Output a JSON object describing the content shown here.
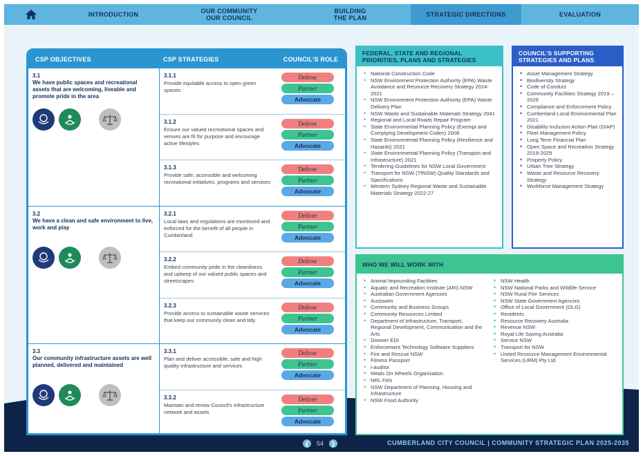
{
  "nav": {
    "items": [
      {
        "label": "INTRODUCTION"
      },
      {
        "label": "OUR COMMUNITY OUR COUNCIL"
      },
      {
        "label": "BUILDING THE PLAN"
      },
      {
        "label": "STRATEGIC DIRECTIONS"
      },
      {
        "label": "EVALUATION"
      }
    ],
    "active": "STRATEGIC DIRECTIONS"
  },
  "table": {
    "headers": {
      "objectives": "CSP OBJECTIVES",
      "strategies": "CSP STRATEGIES",
      "role": "COUNCIL'S ROLE"
    },
    "roles": {
      "deliver": "Deliver",
      "partner": "Partner",
      "advocate": "Advocate"
    },
    "objectives": [
      {
        "num": "3.1",
        "text": "We have public spaces and recreational assets that are welcoming, liveable and promote pride in the area"
      },
      {
        "num": "3.2",
        "text": "We have a clean and safe environment to live, work and play"
      },
      {
        "num": "3.3",
        "text": "Our community infrastructure assets are well planned, delivered and maintained"
      }
    ],
    "strategies": [
      {
        "num": "3.1.1",
        "text": "Provide equitable access to open green spaces"
      },
      {
        "num": "3.1.2",
        "text": "Ensure our valued recreational spaces and venues are fit for purpose and encourage active lifestyles"
      },
      {
        "num": "3.1.3",
        "text": "Provide safe, accessible and welcoming recreational initiatives, programs and services"
      },
      {
        "num": "3.2.1",
        "text": "Local laws and regulations are monitored and enforced for the benefit of all people in Cumberland"
      },
      {
        "num": "3.2.2",
        "text": "Embed community pride in the cleanliness and upkeep of our valued public spaces and streetscapes"
      },
      {
        "num": "3.2.3",
        "text": "Provide access to sustainable waste services that keep our community clean and tidy"
      },
      {
        "num": "3.3.1",
        "text": "Plan and deliver accessible, safe and high quality infrastructure and services"
      },
      {
        "num": "3.3.2",
        "text": "Maintain and renew Council's infrastructure network and assets"
      }
    ]
  },
  "federal": {
    "title": "FEDERAL, STATE AND REGIONAL PRIORITIES, PLANS AND STRATEGIES",
    "items": [
      "National Construction Code",
      "NSW Environment Protection Authority (EPA) Waste Avoidance and Resource Recovery Strategy 2014-2021",
      "NSW Environment Protection Authority (EPA) Waste Delivery Plan",
      "NSW Waste and Sustainable Materials Strategy 2041",
      "Regional and Local Roads Repair Program",
      "State Environmental Planning Policy (Exempt and Complying Development Codes) 2008",
      "State Environmental Planning Policy (Resilience and Hazards) 2021",
      "State Environmental Planning Policy (Transport and Infrastructure) 2021",
      "Tendering Guidelines for NSW Local Government",
      "Transport for NSW (TfNSW) Quality Standards and Specifications",
      "Western Sydney Regional Waste and Sustainable Materials Strategy 2022-27"
    ]
  },
  "council": {
    "title": "COUNCIL'S SUPPORTING STRATEGIES AND PLANS",
    "items": [
      "Asset Management Strategy",
      "Biodiversity Strategy",
      "Code of Conduct",
      "Community Facilities Strategy 2019 – 2029",
      "Compliance and Enforcement Policy",
      "Cumberland Local Environmental Plan 2021",
      "Disability Inclusion Action Plan (DIAP)",
      "Fleet Management Policy",
      "Long Term Financial Plan",
      "Open Space and Recreation Strategy 2019-2029",
      "Property Policy",
      "Urban Tree Strategy",
      "Waste and Resource Recovery Strategy",
      "Workforce Management Strategy"
    ]
  },
  "who": {
    "title": "WHO WE WILL WORK WITH",
    "col1": [
      "Animal Impounding Facilities",
      "Aquatic and Recreation Institute (ARI) NSW",
      "Australian Government Agencies",
      "Austswim",
      "Community and Business Groups",
      "Community Resources Limited",
      "Department of Infrastructure, Transport, Regional Development, Communication and the Arts",
      "Downer EDI",
      "Enforcement Technology Software Suppliers",
      "Fire and Rescue NSW",
      "Fitness Passport",
      "i-auditor",
      "Meals On Wheels Organisation",
      "NRL Fels",
      "NSW Department of Planning, Housing and Infrastructure",
      "NSW Food Authority"
    ],
    "col2": [
      "NSW Health",
      "NSW National Parks and Wildlife Service",
      "NSW Rural Fire Services",
      "NSW State Government Agencies",
      "Office of Local Government (OLG)",
      "Residents",
      "Resource Recovery Australia",
      "Revenue NSW",
      "Royal Life Saving Australia",
      "Service NSW",
      "Transport for NSW",
      "United Resource Management Environmental Services (URM) Pty Ltd"
    ]
  },
  "footer": {
    "page": "54",
    "text": "CUMBERLAND CITY COUNCIL  |  COMMUNITY STRATEGIC PLAN 2025-2035"
  },
  "icons": {
    "home": "home-icon",
    "prev": "chevron-left-icon",
    "next": "chevron-right-icon"
  }
}
